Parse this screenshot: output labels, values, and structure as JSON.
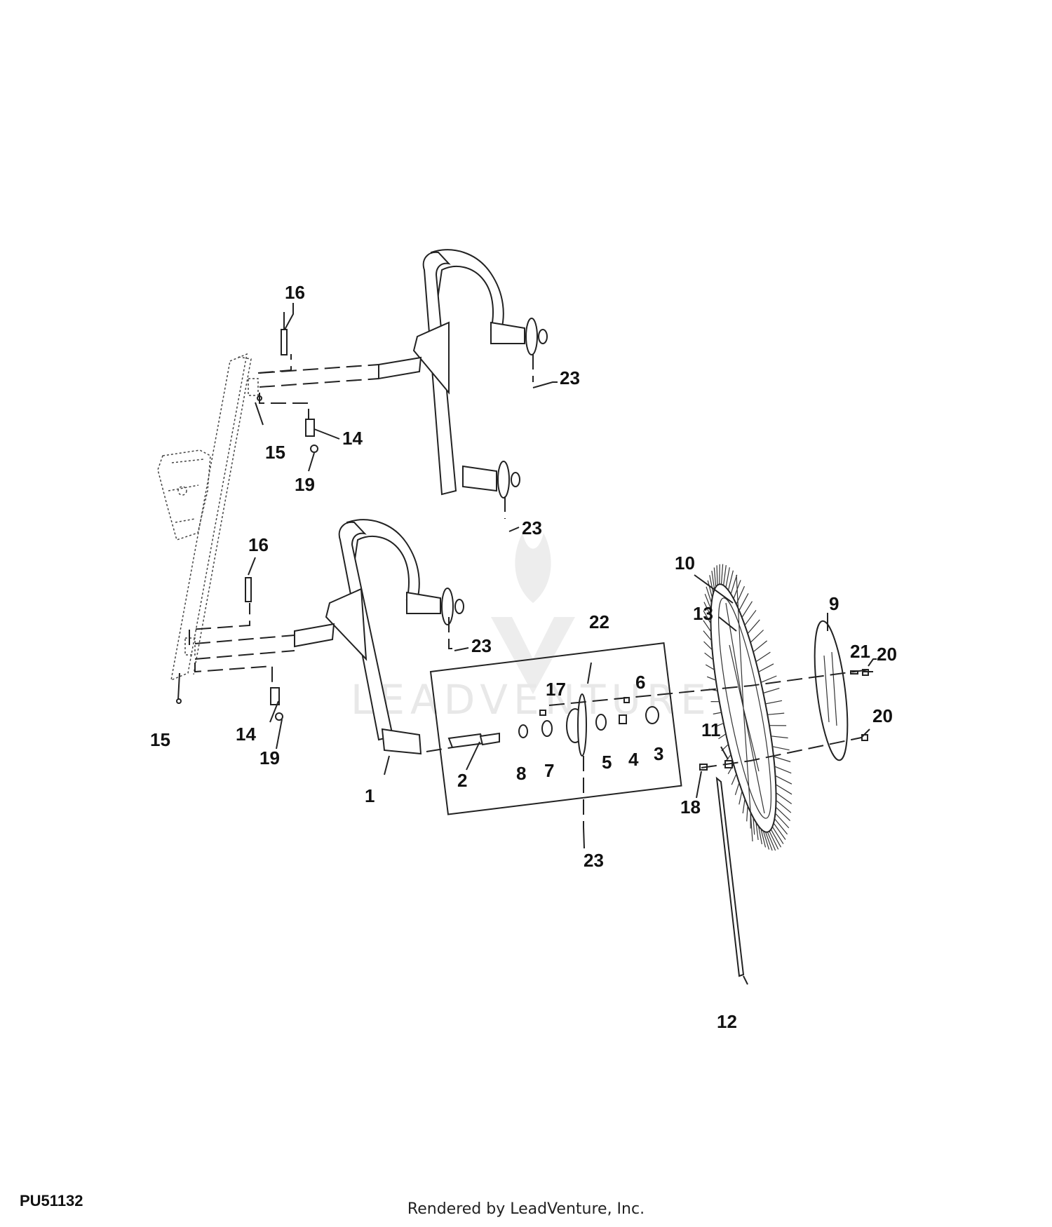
{
  "diagram": {
    "drawing_code": "PU51132",
    "footer": "Rendered by LeadVenture, Inc.",
    "watermark": "LEADVENTURE",
    "callouts": {
      "c1": "1",
      "c2": "2",
      "c3": "3",
      "c4": "4",
      "c5": "5",
      "c6": "6",
      "c7": "7",
      "c8": "8",
      "c9": "9",
      "c10": "10",
      "c11": "11",
      "c12": "12",
      "c13": "13",
      "c14a": "14",
      "c14b": "14",
      "c15a": "15",
      "c15b": "15",
      "c16a": "16",
      "c16b": "16",
      "c17": "17",
      "c18": "18",
      "c19a": "19",
      "c19b": "19",
      "c20a": "20",
      "c20b": "20",
      "c21": "21",
      "c22": "22",
      "c23a": "23",
      "c23b": "23",
      "c23c": "23",
      "c23d": "23"
    }
  }
}
